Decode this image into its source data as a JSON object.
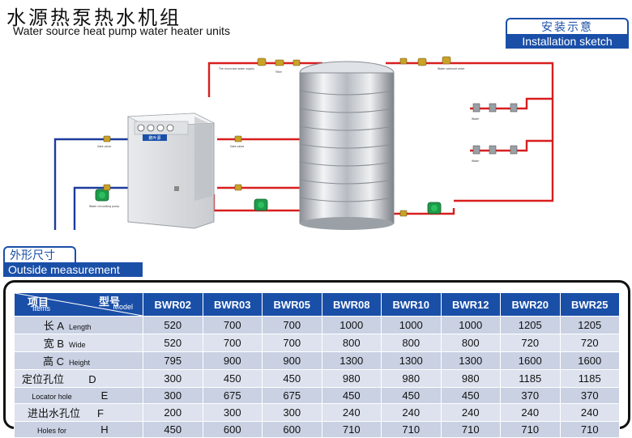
{
  "header": {
    "title_zh": "水源热泵热水机组",
    "title_en": "Water source heat pump water heater units"
  },
  "install_tag": {
    "zh": "安装示意",
    "en": "Installation sketch"
  },
  "outside_tag": {
    "zh": "外形尺寸",
    "en": "Outside measurement"
  },
  "diagram": {
    "unit_brand": "鹏叶源",
    "labels": {
      "top_left_valve": "The municipal water supply",
      "filter_top": "Filter",
      "gate_valve": "Gate valve",
      "solenoid": "Water solenoid valve",
      "water_pump": "Water circulating pump",
      "water": "Water"
    }
  },
  "table": {
    "header": {
      "items_zh": "项目",
      "items_en": "Items",
      "model_zh": "型号",
      "model_en": "Model",
      "models": [
        "BWR02",
        "BWR03",
        "BWR05",
        "BWR08",
        "BWR10",
        "BWR12",
        "BWR20",
        "BWR25"
      ]
    },
    "rows": [
      {
        "zh": "长 A",
        "en": "Length",
        "values": [
          "520",
          "700",
          "700",
          "1000",
          "1000",
          "1000",
          "1205",
          "1205"
        ]
      },
      {
        "zh": "宽 B",
        "en": "Wide",
        "values": [
          "520",
          "700",
          "700",
          "800",
          "800",
          "800",
          "720",
          "720"
        ]
      },
      {
        "zh": "高 C",
        "en": "Height",
        "values": [
          "795",
          "900",
          "900",
          "1300",
          "1300",
          "1300",
          "1600",
          "1600"
        ]
      },
      {
        "group_zh": "定位孔位",
        "letter": "D",
        "values": [
          "300",
          "450",
          "450",
          "980",
          "980",
          "980",
          "1185",
          "1185"
        ]
      },
      {
        "group_en": "Locator hole",
        "letter": "E",
        "values": [
          "300",
          "675",
          "675",
          "450",
          "450",
          "450",
          "370",
          "370"
        ]
      },
      {
        "group_zh": "进出水孔位",
        "letter": "F",
        "values": [
          "200",
          "300",
          "300",
          "240",
          "240",
          "240",
          "240",
          "240"
        ]
      },
      {
        "group_en": "Holes for",
        "letter": "H",
        "values": [
          "450",
          "600",
          "600",
          "710",
          "710",
          "710",
          "710",
          "710"
        ]
      }
    ]
  },
  "colors": {
    "accent": "#1a4fa8",
    "hot_pipe": "#d81e1e",
    "cold_pipe": "#1e3c9c",
    "row_odd": "#c9d1e3",
    "row_even": "#dde2ee"
  }
}
